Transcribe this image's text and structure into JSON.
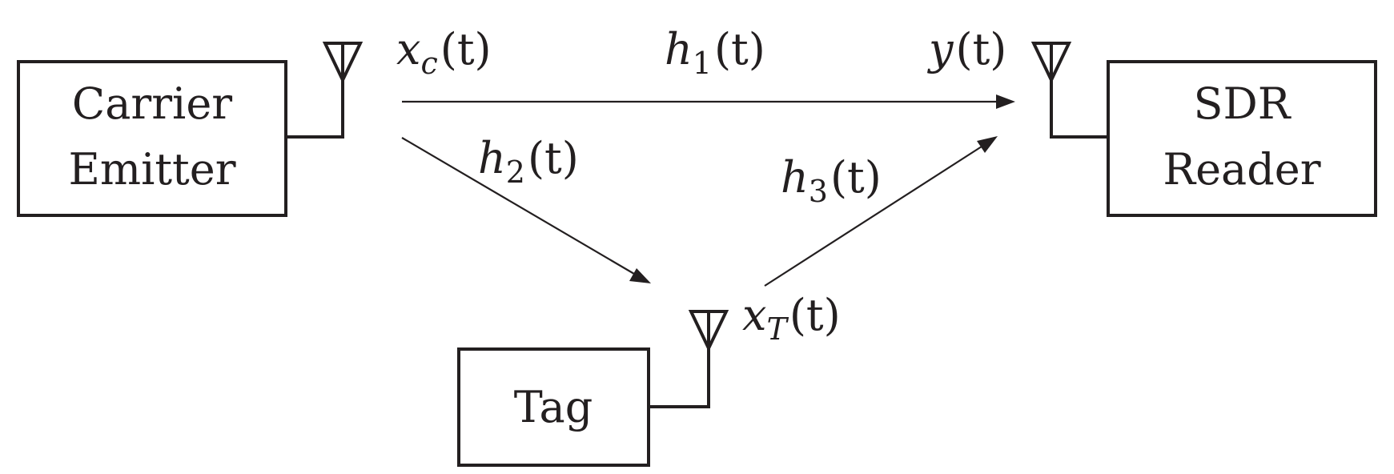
{
  "blocks": {
    "carrier_emitter": {
      "line1": "Carrier",
      "line2": "Emitter"
    },
    "sdr_reader": {
      "line1": "SDR",
      "line2": "Reader"
    },
    "tag": {
      "line1": "Tag"
    }
  },
  "signals": {
    "xc": {
      "base": "x",
      "sub": "c",
      "arg": "(t)"
    },
    "y": {
      "base": "y",
      "arg": "(t)"
    },
    "xT": {
      "base": "x",
      "sub": "T",
      "arg": "(t)"
    }
  },
  "channels": {
    "h1": {
      "base": "h",
      "sub": "1",
      "arg": "(t)"
    },
    "h2": {
      "base": "h",
      "sub": "2",
      "arg": "(t)"
    },
    "h3": {
      "base": "h",
      "sub": "3",
      "arg": "(t)"
    }
  }
}
